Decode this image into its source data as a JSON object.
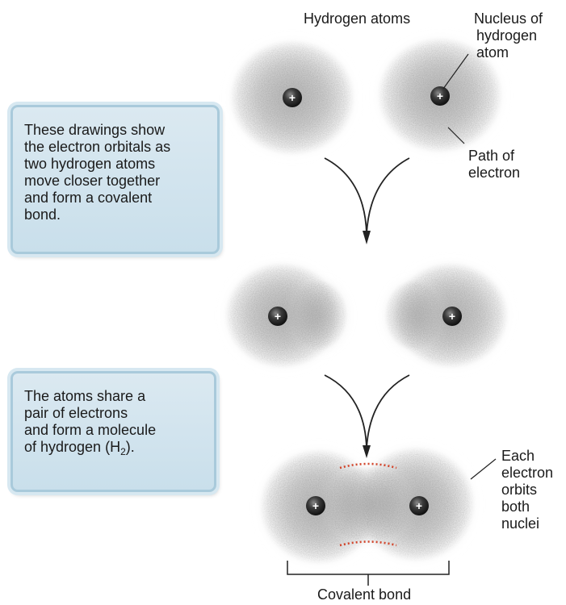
{
  "labels": {
    "hydrogen_atoms": "Hydrogen atoms",
    "nucleus": [
      "Nucleus of",
      "hydrogen",
      "atom"
    ],
    "path": [
      "Path of",
      "electron"
    ],
    "each_electron": [
      "Each",
      "electron",
      "orbits",
      "both",
      "nuclei"
    ],
    "covalent_bond": "Covalent bond"
  },
  "callouts": {
    "top": [
      "These drawings show",
      "the electron orbitals as",
      "two hydrogen atoms",
      "move closer together",
      "and form a covalent",
      "bond."
    ],
    "bottom": {
      "lines": [
        "The atoms share a",
        "pair of electrons",
        "and form a molecule"
      ],
      "last_prefix": "of hydrogen (H",
      "last_sub": "2",
      "last_suffix": ")."
    }
  },
  "nucleus_symbol": "+",
  "colors": {
    "callout_fill": "#d3e5ef",
    "callout_border": "#a9cadb",
    "bond_dots": "#d2442a",
    "nucleus": "#2b2b2b"
  }
}
